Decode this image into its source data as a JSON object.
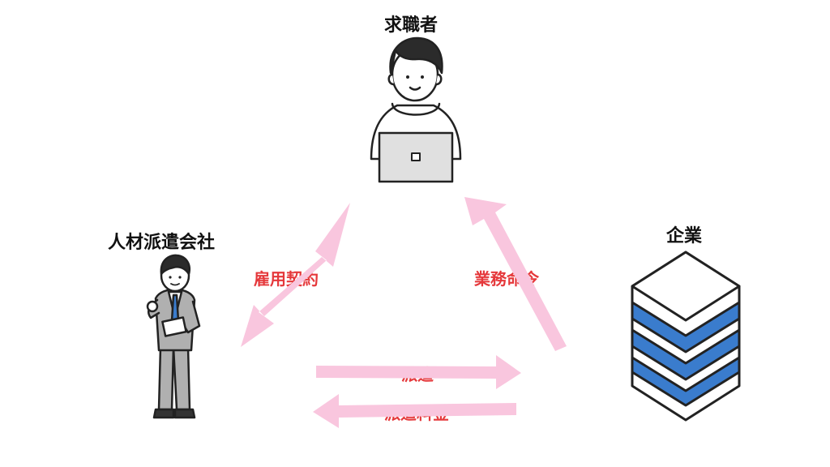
{
  "nodes": {
    "job_seeker": {
      "label": "求職者"
    },
    "staffing_agency": {
      "label": "人材派遣会社"
    },
    "company": {
      "label": "企業"
    }
  },
  "relations": {
    "employment_contract": {
      "label": "雇用契約"
    },
    "work_order": {
      "label": "業務命令"
    },
    "dispatch": {
      "label": "派遣"
    },
    "dispatch_fee": {
      "label": "派遣料金"
    }
  },
  "colors": {
    "arrow": "#f9c6de",
    "relation_text": "#e5383b",
    "node_text": "#111111",
    "server_blue": "#3a7ccd",
    "outline": "#222222"
  },
  "icons": {
    "job_seeker": "person-laptop-icon",
    "staffing_agency": "businessman-icon",
    "company": "server-stack-icon"
  }
}
